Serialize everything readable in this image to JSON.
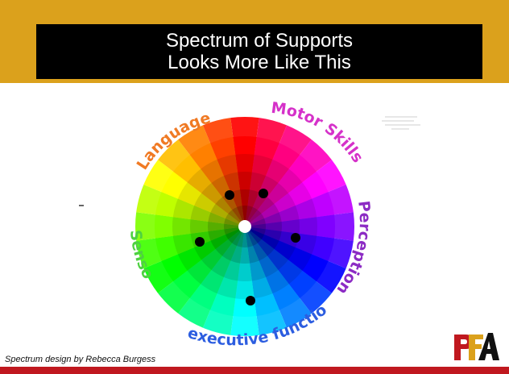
{
  "slide": {
    "title_line1": "Spectrum of Supports",
    "title_line2": "Looks More Like This",
    "credit": "Spectrum design by Rebecca Burgess",
    "colors": {
      "gold": "#dba11c",
      "title_bg": "#000000",
      "accent_red": "#c0181f"
    }
  },
  "wheel": {
    "labels": {
      "language": "Language",
      "motor": "Motor Skills",
      "perception": "Perception",
      "executive": "executive function",
      "sensory": "Sensory"
    },
    "label_colors": {
      "language": "#f07a24",
      "motor": "#d531c9",
      "perception": "#8c2bc4",
      "executive": "#2c5de0",
      "sensory": "#4ed141"
    }
  },
  "logo": {
    "text": "PFA",
    "colors": {
      "p": "#c0181f",
      "f": "#dba11c",
      "a": "#111111"
    }
  }
}
